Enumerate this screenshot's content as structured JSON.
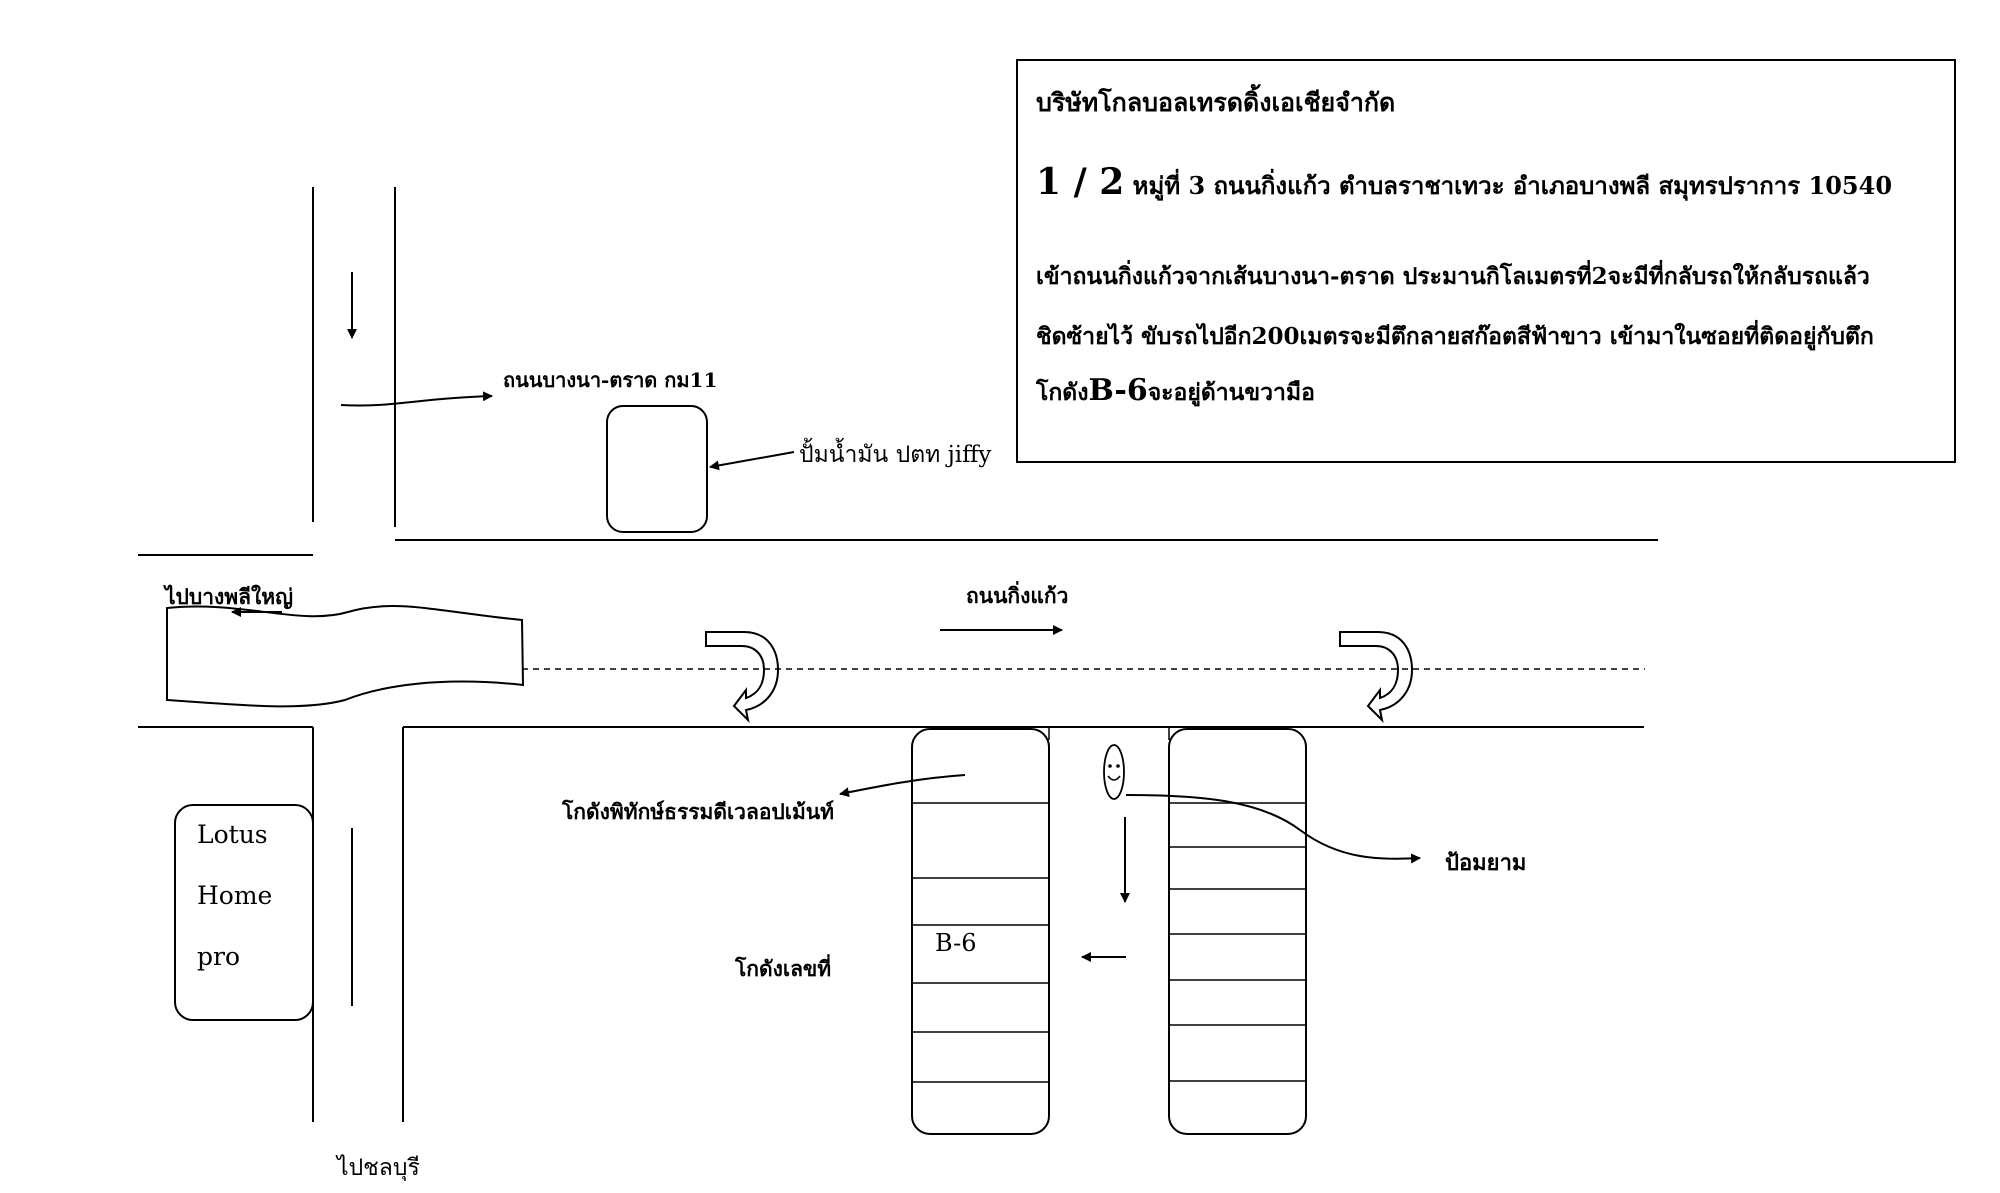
{
  "info_box": {
    "company": "บริษัทโกลบอลเทรดดิ้งเอเชียจำกัด",
    "address_number": "1 / 2",
    "address_rest": "หมู่ที่ 3 ถนนกิ่งแก้ว ตำบลราชาเทวะ อำเภอบางพลี สมุทรปราการ 10540",
    "directions_line1": "เข้าถนนกิ่งแก้วจากเส้นบางนา-ตราด ประมานกิโลเมตรที่2จะมีที่กลับรถให้กลับรถแล้ว",
    "directions_line2": "ชิดซ้ายไว้ ขับรถไปอีก200เมตรจะมีตึกลายสก๊อตสีฟ้าขาว เข้ามาในซอยที่ติดอยู่กับตึก",
    "directions_line3_pre": "โกดัง",
    "directions_line3_code": "B-6",
    "directions_line3_post": "จะอยู่ด้านขวามือ"
  },
  "labels": {
    "bangna_trat_road": "ถนนบางนา-ตราด กม11",
    "gas_station": "ปั้มน้ำมัน ปตท jiffy",
    "to_bang_phli_yai": "ไปบางพลีใหญ่",
    "king_kaew_road": "ถนนกิ่งแก้ว",
    "warehouse_phithak": "โกดังพิทักษ์ธรรมดีเวลอปเม้นท์",
    "security_guard": "ป้อมยาม",
    "warehouse_number": "โกดังเลขที่",
    "warehouse_code": "B-6",
    "to_chonburi": "ไปชลบุรี"
  },
  "store": {
    "words": [
      "Lotus",
      "Home",
      "pro"
    ]
  },
  "icons": [
    "smiley-face-icon",
    "u-turn-icon"
  ]
}
